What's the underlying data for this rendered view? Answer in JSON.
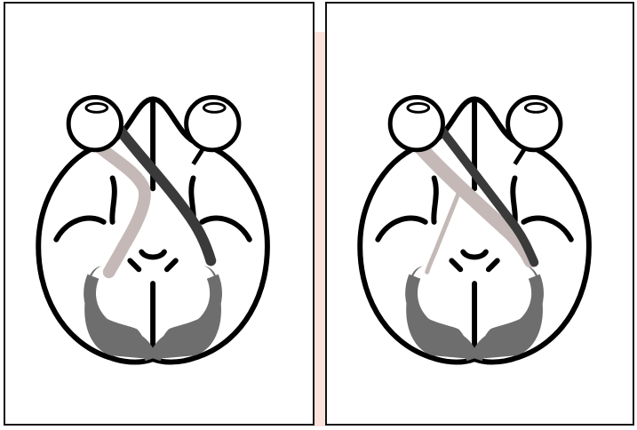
{
  "figure": {
    "panels": [
      {
        "id": "left",
        "variant": "wide-left-tract"
      },
      {
        "id": "right",
        "variant": "thin-left-tract"
      }
    ],
    "colors": {
      "outline": "#000000",
      "optic_tract_dark": "#3a3a3a",
      "optic_tract_light": "#c4b9b7",
      "visual_cortex": "#6e6e6e",
      "background": "#ffffff",
      "divider": "#fbe3d9"
    }
  }
}
